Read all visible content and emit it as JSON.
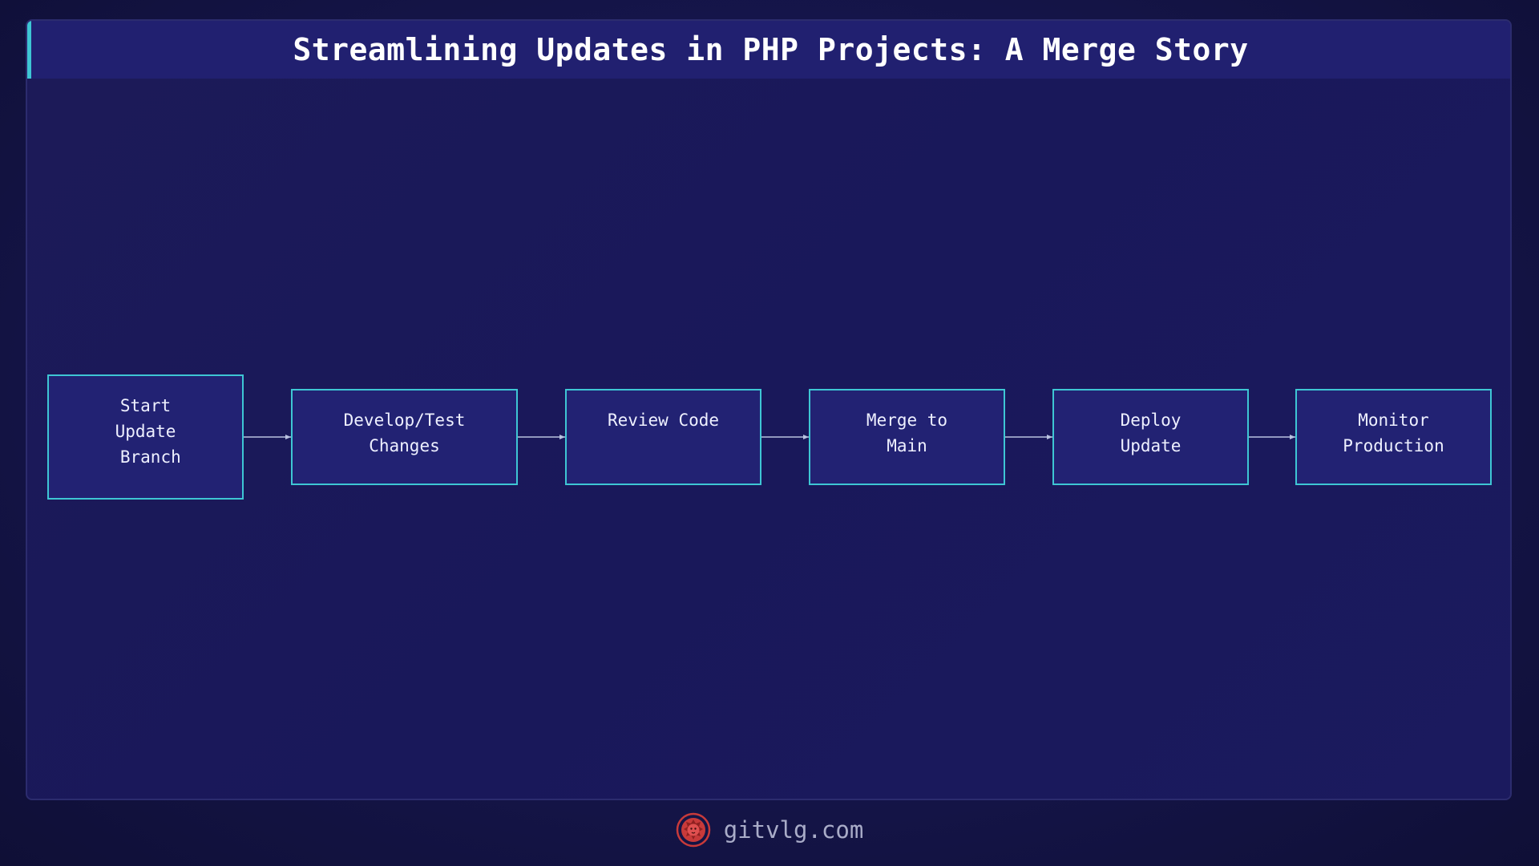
{
  "title": "Streamlining Updates in PHP Projects: A Merge Story",
  "nodes": [
    {
      "id": "start",
      "lines": [
        "Start",
        "Update",
        " Branch"
      ]
    },
    {
      "id": "develop",
      "lines": [
        "Develop/Test",
        "Changes"
      ]
    },
    {
      "id": "review",
      "lines": [
        "Review Code"
      ]
    },
    {
      "id": "merge",
      "lines": [
        "Merge to",
        "Main"
      ]
    },
    {
      "id": "deploy",
      "lines": [
        "Deploy",
        "Update"
      ]
    },
    {
      "id": "monitor",
      "lines": [
        "Monitor",
        "Production"
      ]
    }
  ],
  "edges": [
    {
      "from": "start",
      "to": "develop"
    },
    {
      "from": "develop",
      "to": "review"
    },
    {
      "from": "review",
      "to": "merge"
    },
    {
      "from": "merge",
      "to": "deploy"
    },
    {
      "from": "deploy",
      "to": "monitor"
    }
  ],
  "footer": {
    "site": "gitvlg.com",
    "logo_icon": "lion-head-icon"
  },
  "colors": {
    "accent": "#3ec6d4",
    "node_fill": "#222273",
    "logo": "#c83a3a"
  }
}
